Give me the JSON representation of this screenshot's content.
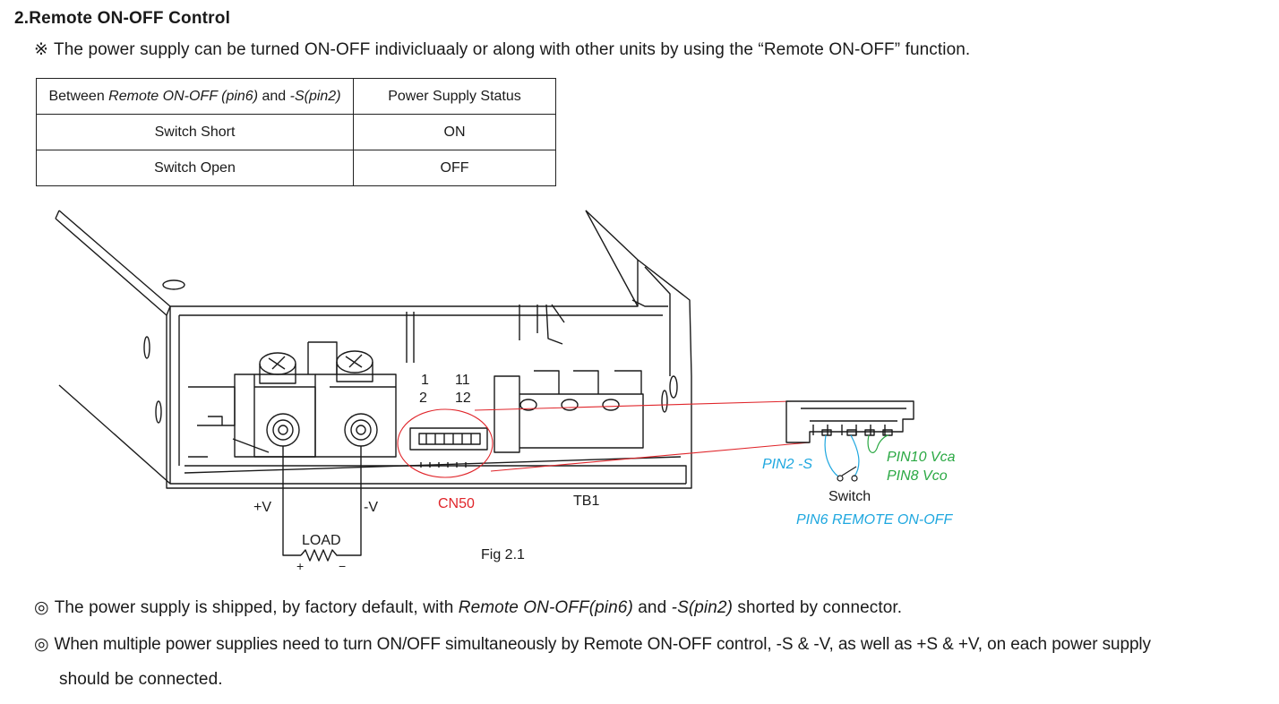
{
  "section": {
    "heading": "2.Remote ON-OFF Control",
    "intro_mark": "※",
    "intro_text": "The power supply can be turned ON-OFF indivicluaaly or along with other units by using the “Remote ON-OFF” function."
  },
  "status_table": {
    "header": {
      "col1_prefix": "Between ",
      "col1_italic1": "Remote ON-OFF (pin6)",
      "col1_mid": " and ",
      "col1_italic2": "-S(pin2)",
      "col2": "Power Supply Status"
    },
    "rows": [
      {
        "condition": "Switch Short",
        "status": "ON"
      },
      {
        "condition": "Switch Open",
        "status": "OFF"
      }
    ]
  },
  "figure": {
    "pin_1": "1",
    "pin_2": "2",
    "pin_11": "11",
    "pin_12": "12",
    "plus_v": "+V",
    "minus_v": "-V",
    "connector": "CN50",
    "terminal_block": "TB1",
    "load": "LOAD",
    "load_plus": "+",
    "load_minus": "−",
    "caption": "Fig 2.1",
    "pin2_label": "PIN2 -S",
    "pin10_label": "PIN10 Vca",
    "pin8_label": "PIN8 Vco",
    "switch_label": "Switch",
    "pin6_label": "PIN6 REMOTE ON-OFF",
    "colors": {
      "red": "#e0262b",
      "blue": "#1ea7df",
      "green": "#2aa843"
    }
  },
  "notes": {
    "mark": "◎",
    "note1_prefix": "The power supply is shipped, by factory default, with ",
    "note1_italic1": "Remote ON-OFF(pin6)",
    "note1_mid": " and ",
    "note1_italic2": "-S(pin2)",
    "note1_suffix": " shorted by connector.",
    "note2_line1": "When multiple power supplies need to turn ON/OFF simultaneously by Remote ON-OFF control, -S & -V, as well as +S & +V, on each power supply",
    "note2_line2": "should be connected."
  }
}
